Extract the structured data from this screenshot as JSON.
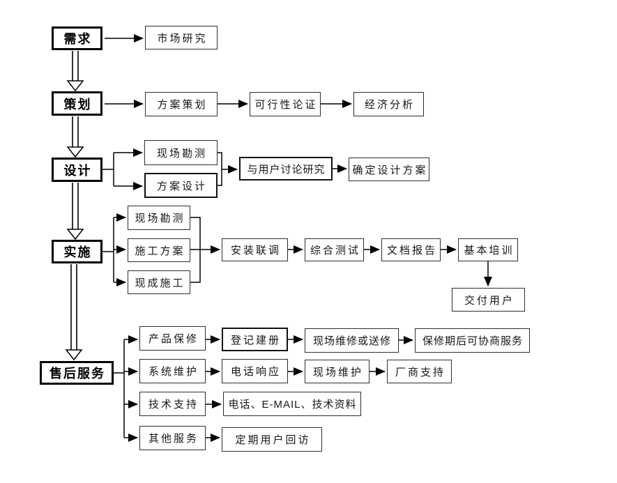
{
  "stages": {
    "requirement": "需求",
    "planning": "策划",
    "design": "设计",
    "implementation": "实施",
    "after_sales": "售后服务"
  },
  "requirement_row": {
    "market_research": "市场研究"
  },
  "planning_row": {
    "plan_drafting": "方案策划",
    "feasibility_study": "可行性论证",
    "economic_analysis": "经济分析"
  },
  "design_row": {
    "site_survey": "现场勘测",
    "scheme_design": "方案设计",
    "discuss_with_users": "与用户讨论研究",
    "confirm_design_plan": "确定设计方案"
  },
  "implementation_row": {
    "site_survey": "现场勘测",
    "construction_plan": "施工方案",
    "ready_construction": "现成施工",
    "install_debug": "安装联调",
    "integrated_test": "综合测试",
    "document_report": "文档报告",
    "basic_training": "基本培训",
    "deliver_to_user": "交付用户"
  },
  "after_sales_rows": {
    "warranty": {
      "product_warranty": "产品保修",
      "register_record": "登记建册",
      "onsite_or_sendin_repair": "现场维修或送修",
      "post_warranty_negotiable_service": "保修期后可协商服务"
    },
    "maintenance": {
      "system_maintenance": "系统维护",
      "phone_response": "电话响应",
      "onsite_maintenance": "现场维护",
      "vendor_support": "厂商支持"
    },
    "support": {
      "tech_support": "技术支持",
      "channels": "电话、E-MAIL、技术资料"
    },
    "other": {
      "other_services": "其他服务",
      "periodic_user_visit": "定期用户回访"
    }
  },
  "colors": {
    "background": "#ffffff",
    "line": "#000000",
    "stage_border": "#000000",
    "box_border": "#2e2e2e"
  }
}
